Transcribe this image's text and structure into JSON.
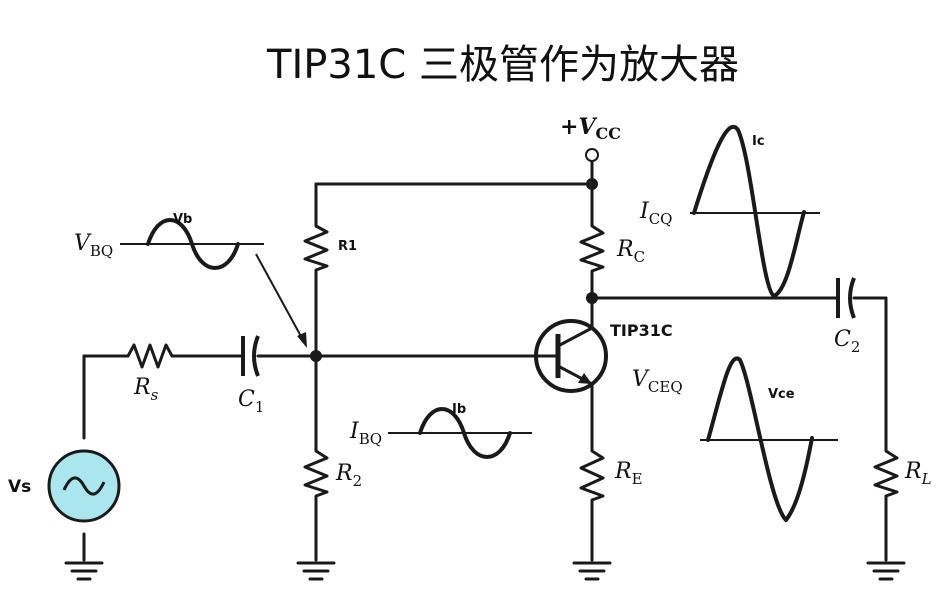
{
  "title": "TIP31C 三极管作为放大器",
  "supply": {
    "prefix": "+",
    "symbol": "V",
    "sub": "CC"
  },
  "components": {
    "r1": "R1",
    "r2": {
      "symbol": "R",
      "sub": "2"
    },
    "rs": {
      "symbol": "R",
      "sub": "s"
    },
    "rc": {
      "symbol": "R",
      "sub": "C"
    },
    "re": {
      "symbol": "R",
      "sub": "E"
    },
    "rl": {
      "symbol": "R",
      "sub": "L"
    },
    "c1": {
      "symbol": "C",
      "sub": "1"
    },
    "c2": {
      "symbol": "C",
      "sub": "2"
    },
    "transistor": "TIP31C",
    "source": "Vs"
  },
  "waveforms": {
    "vb": "Vb",
    "ib": "Ib",
    "ic": "Ic",
    "vce": "Vce"
  },
  "quiescent": {
    "vbq": {
      "symbol": "V",
      "sub": "BQ"
    },
    "ibq": {
      "symbol": "I",
      "sub": "BQ"
    },
    "icq": {
      "symbol": "I",
      "sub": "CQ"
    },
    "vceq": {
      "symbol": "V",
      "sub": "CEQ"
    }
  },
  "source_color": "#a9e6ee"
}
